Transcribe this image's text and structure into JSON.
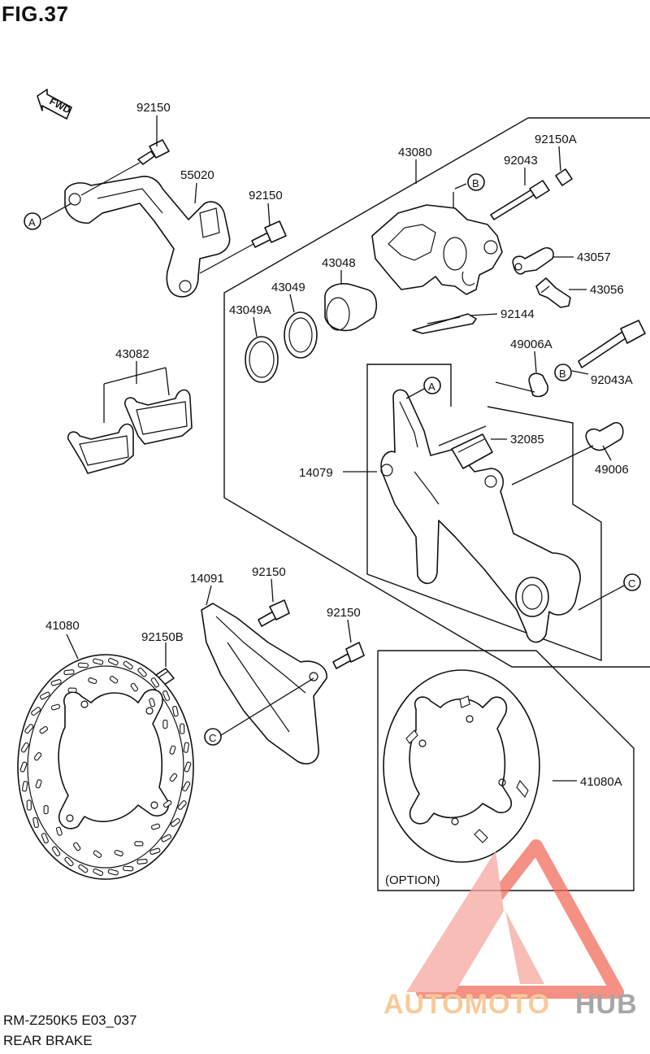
{
  "figure": {
    "title": "FIG.37",
    "direction_tag": "FWD"
  },
  "parts": {
    "p92150_top": "92150",
    "p55020": "55020",
    "p92150_mid": "92150",
    "p43080": "43080",
    "p92150A": "92150A",
    "p92043": "92043",
    "p43057": "43057",
    "p43056": "43056",
    "p43048": "43048",
    "p43049": "43049",
    "p43049A": "43049A",
    "p92144": "92144",
    "p43082": "43082",
    "p49006A": "49006A",
    "p92043A": "92043A",
    "p32085": "32085",
    "p14079": "14079",
    "p49006": "49006",
    "p14091": "14091",
    "p92150_disc": "92150",
    "p41080": "41080",
    "p92150B": "92150B",
    "p92150_guard": "92150",
    "p41080A": "41080A"
  },
  "callouts": {
    "a1": "A",
    "a2": "A",
    "b1": "B",
    "b2": "B",
    "c1": "C",
    "c2": "C"
  },
  "option_label": "(OPTION)",
  "watermark": {
    "brand_left": "AUTOMOTO",
    "brand_right": "HUB",
    "colors": {
      "accent": "#f26b5b",
      "accent_light": "#f6a89e",
      "orange": "#f5b97a",
      "gray": "#8a8a8a"
    }
  },
  "footer": {
    "model_code": "RM-Z250K5 E03_037",
    "section_name": "REAR BRAKE"
  }
}
